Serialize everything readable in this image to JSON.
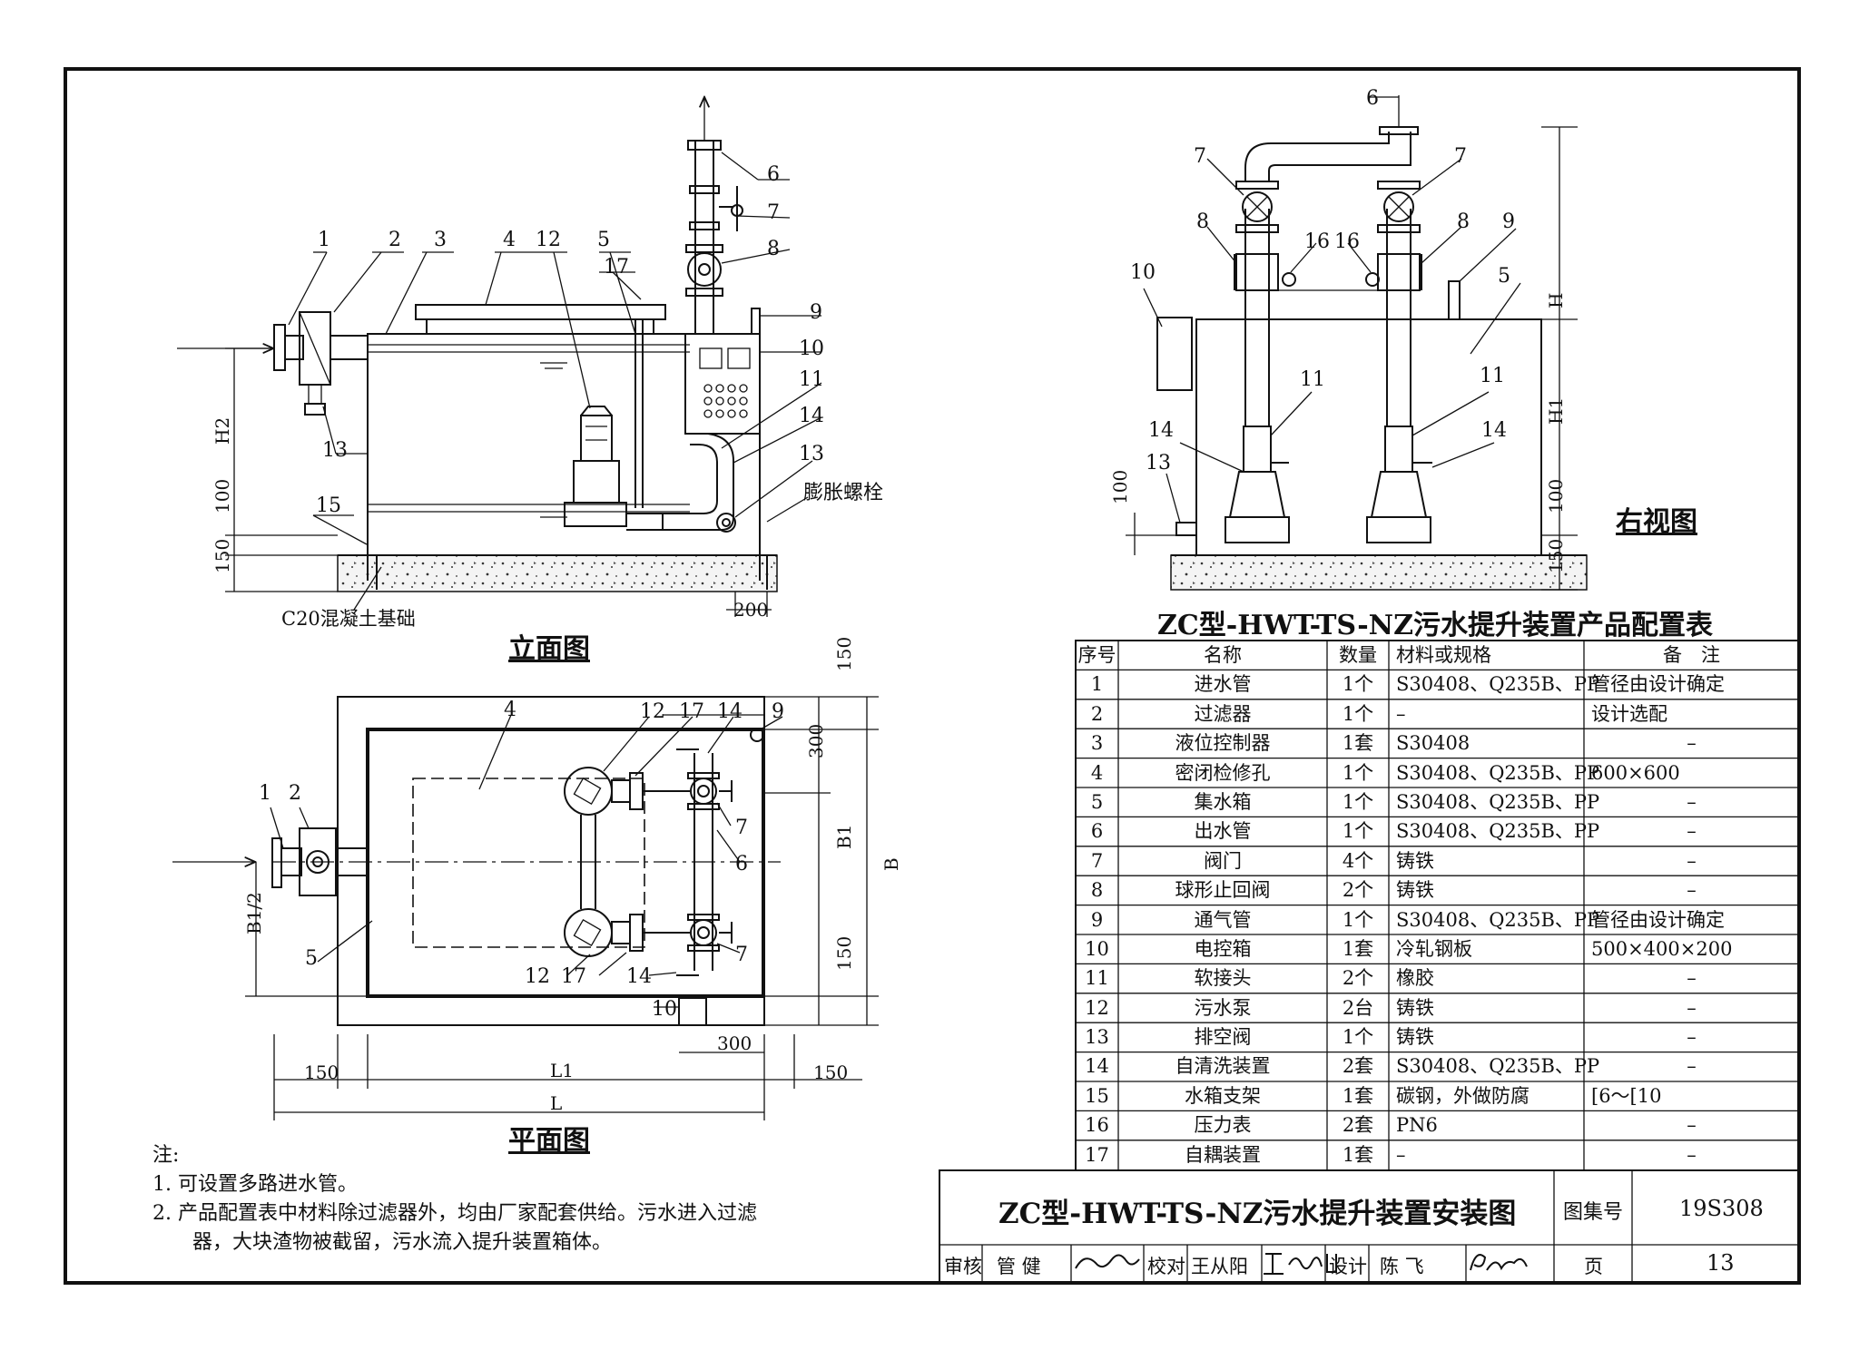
{
  "views": {
    "elevation_title": "立面图",
    "plan_title": "平面图",
    "side_title": "右视图"
  },
  "labels": {
    "elev_nums": [
      "1",
      "2",
      "3",
      "4",
      "12",
      "5",
      "17",
      "6",
      "7",
      "8",
      "9",
      "10",
      "11",
      "14",
      "13",
      "13",
      "15"
    ],
    "elev_dims": [
      "H2",
      "100",
      "150",
      "200"
    ],
    "foundation": "C20混凝土基础",
    "bolt": "膨胀螺栓",
    "side_nums": [
      "6",
      "7",
      "7",
      "8",
      "8",
      "9",
      "16",
      "16",
      "10",
      "5",
      "11",
      "11",
      "14",
      "14",
      "13"
    ],
    "side_dims": [
      "H",
      "H1",
      "100",
      "100",
      "150"
    ],
    "plan_nums": [
      "4",
      "12",
      "17",
      "14",
      "9",
      "1",
      "2",
      "5",
      "6",
      "7",
      "7",
      "12",
      "17",
      "14",
      "10"
    ],
    "plan_dims": [
      "150",
      "300",
      "B1",
      "B",
      "150",
      "B1/2",
      "150",
      "L1",
      "150",
      "L",
      "300"
    ]
  },
  "table": {
    "title": "ZC型-HWT-TS-NZ污水提升装置产品配置表",
    "headers": [
      "序号",
      "名称",
      "数量",
      "材料或规格",
      "备　注"
    ],
    "rows": [
      [
        "1",
        "进水管",
        "1个",
        "S30408、Q235B、PP",
        "管径由设计确定"
      ],
      [
        "2",
        "过滤器",
        "1个",
        "–",
        "设计选配"
      ],
      [
        "3",
        "液位控制器",
        "1套",
        "S30408",
        "–"
      ],
      [
        "4",
        "密闭检修孔",
        "1个",
        "S30408、Q235B、PP",
        "600×600"
      ],
      [
        "5",
        "集水箱",
        "1个",
        "S30408、Q235B、PP",
        "–"
      ],
      [
        "6",
        "出水管",
        "1个",
        "S30408、Q235B、PP",
        "–"
      ],
      [
        "7",
        "阀门",
        "4个",
        "铸铁",
        "–"
      ],
      [
        "8",
        "球形止回阀",
        "2个",
        "铸铁",
        "–"
      ],
      [
        "9",
        "通气管",
        "1个",
        "S30408、Q235B、PP",
        "管径由设计确定"
      ],
      [
        "10",
        "电控箱",
        "1套",
        "冷轧钢板",
        "500×400×200"
      ],
      [
        "11",
        "软接头",
        "2个",
        "橡胶",
        "–"
      ],
      [
        "12",
        "污水泵",
        "2台",
        "铸铁",
        "–"
      ],
      [
        "13",
        "排空阀",
        "1个",
        "铸铁",
        "–"
      ],
      [
        "14",
        "自清洗装置",
        "2套",
        "S30408、Q235B、PP",
        "–"
      ],
      [
        "15",
        "水箱支架",
        "1套",
        "碳钢，外做防腐",
        "[6～[10"
      ],
      [
        "16",
        "压力表",
        "2套",
        "PN6",
        "–"
      ],
      [
        "17",
        "自耦装置",
        "1套",
        "–",
        "–"
      ]
    ]
  },
  "notes": {
    "heading": "注:",
    "items": [
      "1. 可设置多路进水管。",
      "2. 产品配置表中材料除过滤器外，均由厂家配套供给。污水进入过滤",
      "器，大块渣物被截留，污水流入提升装置箱体。"
    ]
  },
  "titleblock": {
    "title": "ZC型-HWT-TS-NZ污水提升装置安装图",
    "atlas_label": "图集号",
    "atlas_no": "19S308",
    "review_label": "审核",
    "reviewer": "管 健",
    "check_label": "校对",
    "checker": "王从阳",
    "design_label": "设计",
    "designer": "陈 飞",
    "page_label": "页",
    "page_no": "13"
  }
}
